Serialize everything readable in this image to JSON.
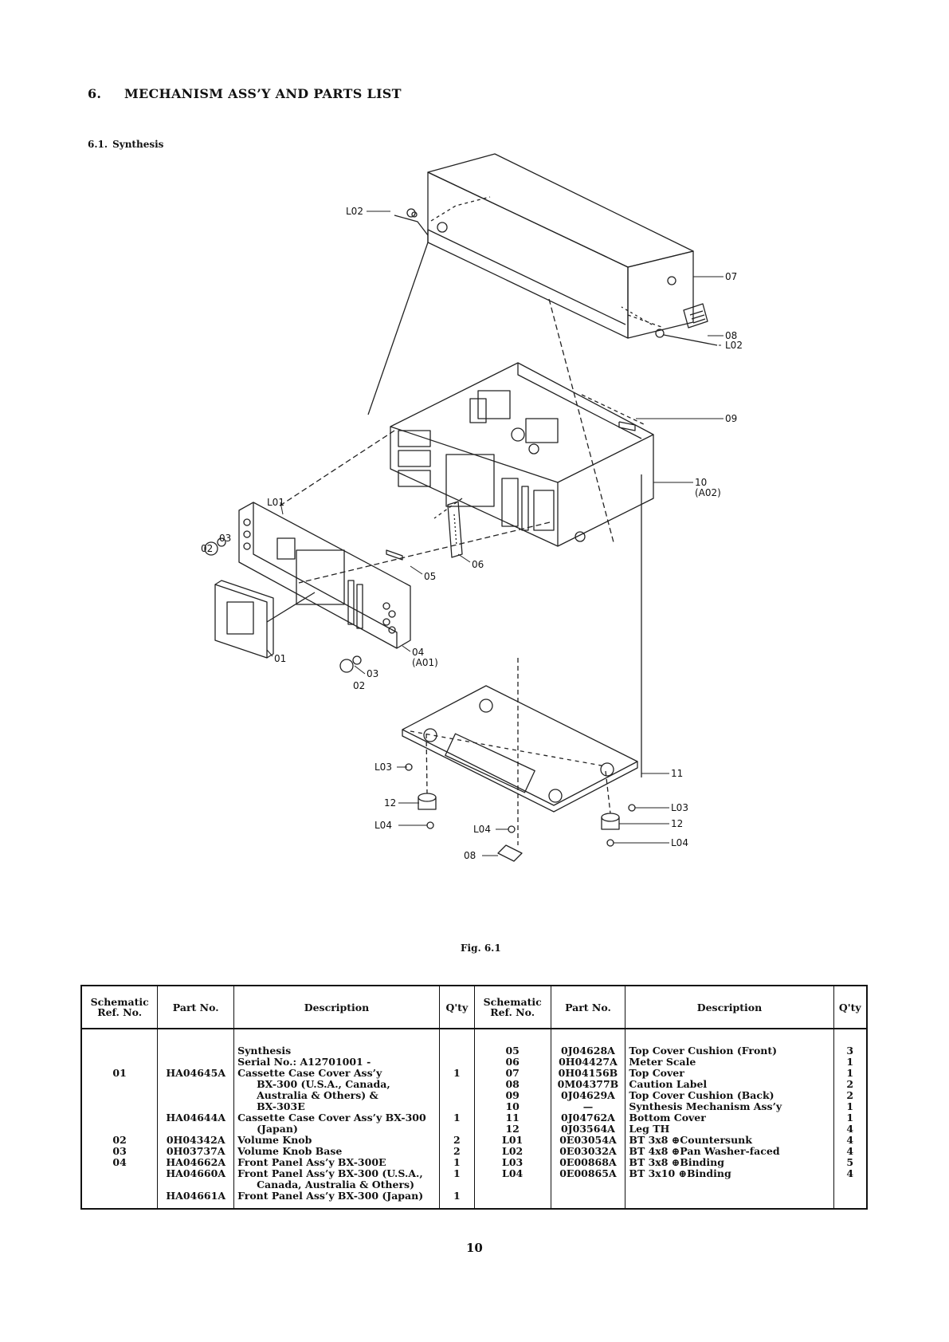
{
  "section": {
    "number": "6.",
    "title": "MECHANISM ASS’Y AND PARTS LIST"
  },
  "subsection": {
    "number": "6.1.",
    "title": "Synthesis"
  },
  "figure": {
    "caption": "Fig. 6.1",
    "labels": [
      "L02",
      "07",
      "08",
      "L02",
      "09",
      "10",
      "(A02)",
      "L01",
      "03",
      "02",
      "05",
      "06",
      "04",
      "(A01)",
      "03",
      "02",
      "01",
      "L03",
      "11",
      "12",
      "L03",
      "12",
      "L04",
      "L04",
      "L04",
      "08"
    ]
  },
  "table": {
    "headers": [
      "Schematic Ref. No.",
      "Part No.",
      "Description",
      "Q'ty",
      "Schematic Ref. No.",
      "Part No.",
      "Description",
      "Q'ty"
    ],
    "left": {
      "ref": [
        "",
        "",
        "01",
        "",
        "",
        "",
        "",
        "",
        "02",
        "03",
        "04",
        "",
        "",
        ""
      ],
      "part": [
        "",
        "",
        "HA04645A",
        "",
        "",
        "",
        "HA04644A",
        "",
        "0H04342A",
        "0H03737A",
        "HA04662A",
        "HA04660A",
        "",
        "HA04661A"
      ],
      "desc": [
        "Synthesis",
        "Serial No.: A12701001 -",
        "Cassette Case Cover Ass’y",
        "BX-300 (U.S.A., Canada,",
        "Australia & Others) &",
        "BX-303E",
        "Cassette Case Cover Ass’y BX-300",
        "(Japan)",
        "Volume Knob",
        "Volume Knob Base",
        "Front Panel Ass’y BX-300E",
        "Front Panel Ass’y BX-300 (U.S.A.,",
        "Canada, Australia & Others)",
        "Front Panel Ass’y BX-300 (Japan)"
      ],
      "indent": [
        false,
        false,
        false,
        true,
        true,
        true,
        false,
        true,
        false,
        false,
        false,
        false,
        true,
        false
      ],
      "qty": [
        "",
        "",
        "1",
        "",
        "",
        "",
        "1",
        "",
        "2",
        "2",
        "1",
        "1",
        "",
        "1"
      ]
    },
    "right": {
      "ref": [
        "05",
        "06",
        "07",
        "08",
        "09",
        "10",
        "11",
        "12",
        "L01",
        "L02",
        "L03",
        "L04"
      ],
      "part": [
        "0J04628A",
        "0H04427A",
        "0H04156B",
        "0M04377B",
        "0J04629A",
        "—",
        "0J04762A",
        "0J03564A",
        "0E03054A",
        "0E03032A",
        "0E00868A",
        "0E00865A"
      ],
      "desc": [
        "Top Cover Cushion (Front)",
        "Meter Scale",
        "Top Cover",
        "Caution Label",
        "Top Cover Cushion (Back)",
        "Synthesis Mechanism Ass’y",
        "Bottom Cover",
        "Leg TH",
        "BT 3x8 ⊕Countersunk",
        "BT 4x8 ⊕Pan Washer-faced",
        "BT 3x8 ⊕Binding",
        "BT 3x10 ⊕Binding"
      ],
      "qty": [
        "3",
        "1",
        "1",
        "2",
        "2",
        "1",
        "1",
        "4",
        "4",
        "4",
        "5",
        "4"
      ]
    }
  },
  "page_number": "10"
}
